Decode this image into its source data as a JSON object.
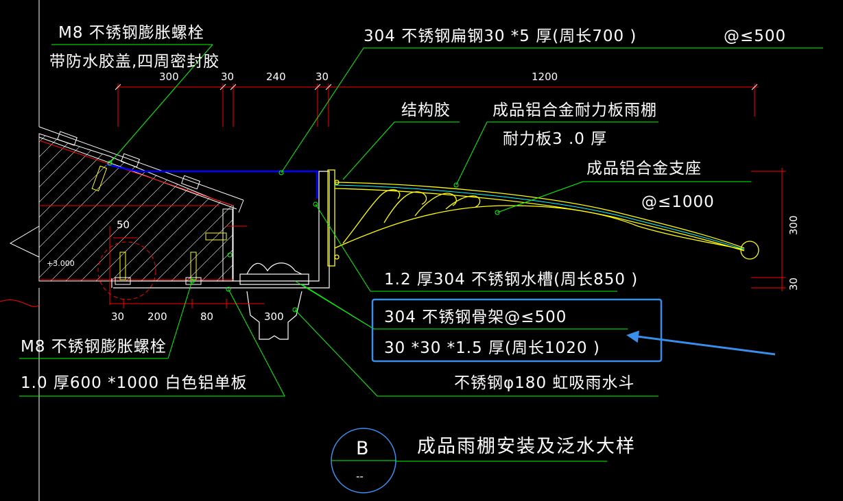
{
  "labels": {
    "bolt_top_1": "M8 不锈钢膨胀螺栓",
    "bolt_top_2": "带防水胶盖,四周密封胶",
    "flat_steel": "304 不锈钢扁钢30 *5 厚(周长700 )",
    "spacing_500": "@≤500",
    "struct_glue": "结构胶",
    "canopy": "成品铝合金耐力板雨棚",
    "board": "耐力板3 .0 厚",
    "bracket": "成品铝合金支座",
    "spacing_1000": "@≤1000",
    "gutter": "1.2 厚304 不锈钢水槽(周长850 )",
    "frame_1": "304   不锈钢骨架@≤500",
    "frame_2": "30 *30 *1.5 厚(周长1020 )",
    "drain": "不锈钢φ180 虹吸雨水斗",
    "bolt_bottom": "M8 不锈钢膨胀螺栓",
    "panel": "1.0 厚600 *1000 白色铝单板",
    "elevation": "+3.000"
  },
  "dimensions": {
    "top": [
      "300",
      "30",
      "240",
      "30",
      "1200"
    ],
    "bottom": [
      "30",
      "200",
      "80",
      "300"
    ],
    "small_50": "50",
    "right_300": "300",
    "right_30": "30"
  },
  "detail": {
    "bubble_letter": "B",
    "bubble_sheet": "--",
    "title": "成品雨棚安装及泛水大样"
  },
  "colors": {
    "background": "#000000",
    "leader": "#00ff00",
    "dimension": "#ff0000",
    "flat_steel": "#0000ff",
    "canopy": "#ffff00",
    "highlight": "#3a8eea",
    "structure": "#ffffff"
  }
}
